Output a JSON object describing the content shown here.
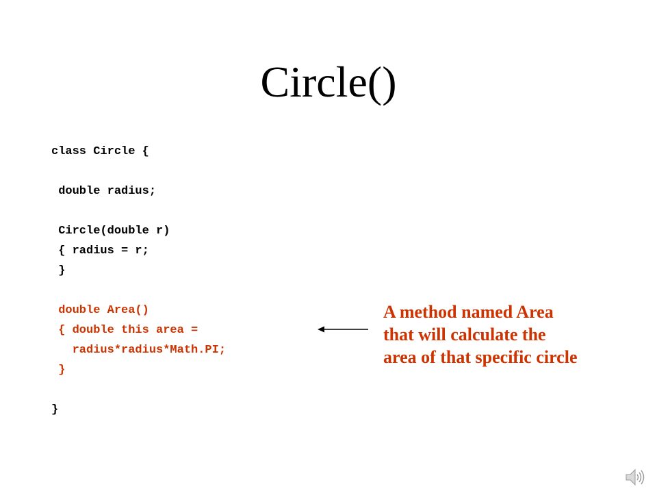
{
  "slide": {
    "title": "Circle()",
    "code_lines": [
      "class Circle {",
      "",
      " double radius;",
      "",
      " Circle(double r)",
      " { radius = r;",
      " }",
      "",
      " double Area()",
      " { double this area =",
      "   radius*radius*Math.PI;",
      " }",
      "",
      "}"
    ],
    "annotation_lines": [
      "A method named Area",
      "that will calculate the",
      "area of that specific circle"
    ],
    "colors": {
      "text": "#000000",
      "highlight": "#cc3300",
      "background": "#ffffff"
    },
    "icons": {
      "arrow": "left-arrow-icon",
      "audio": "speaker-icon"
    }
  }
}
